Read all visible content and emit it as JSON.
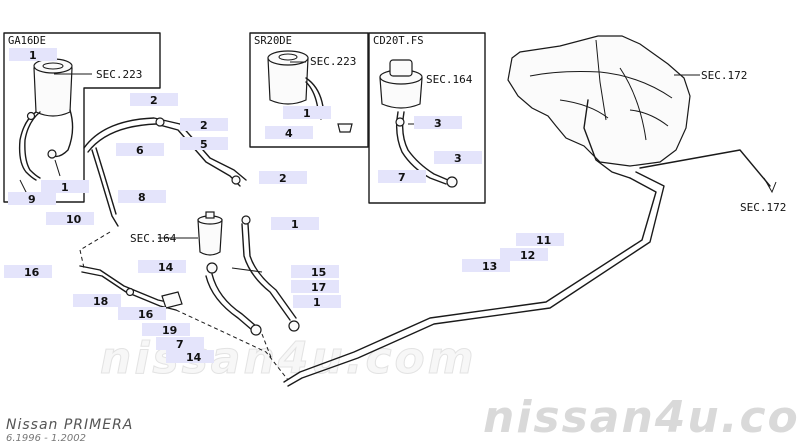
{
  "diagram": {
    "boxes": [
      {
        "id": "ga16de",
        "title": "GA16DE"
      },
      {
        "id": "sr20de",
        "title": "SR20DE"
      },
      {
        "id": "cd20tfs",
        "title": "CD20T.FS"
      }
    ],
    "section_refs": [
      "SEC.223",
      "SEC.223",
      "SEC.164",
      "SEC.172",
      "SEC.172",
      "SEC.164"
    ],
    "callouts": [
      "1",
      "1",
      "9",
      "2",
      "2",
      "6",
      "5",
      "8",
      "10",
      "2",
      "1",
      "3",
      "7",
      "3",
      "1",
      "4",
      "11",
      "12",
      "13",
      "14",
      "15",
      "17",
      "1",
      "16",
      "18",
      "16",
      "19",
      "7",
      "14"
    ]
  },
  "footer": {
    "model": "Nissan PRIMERA",
    "dates": "6.1996 - 1.2002"
  },
  "watermark": {
    "text": "nissan4u.com"
  }
}
